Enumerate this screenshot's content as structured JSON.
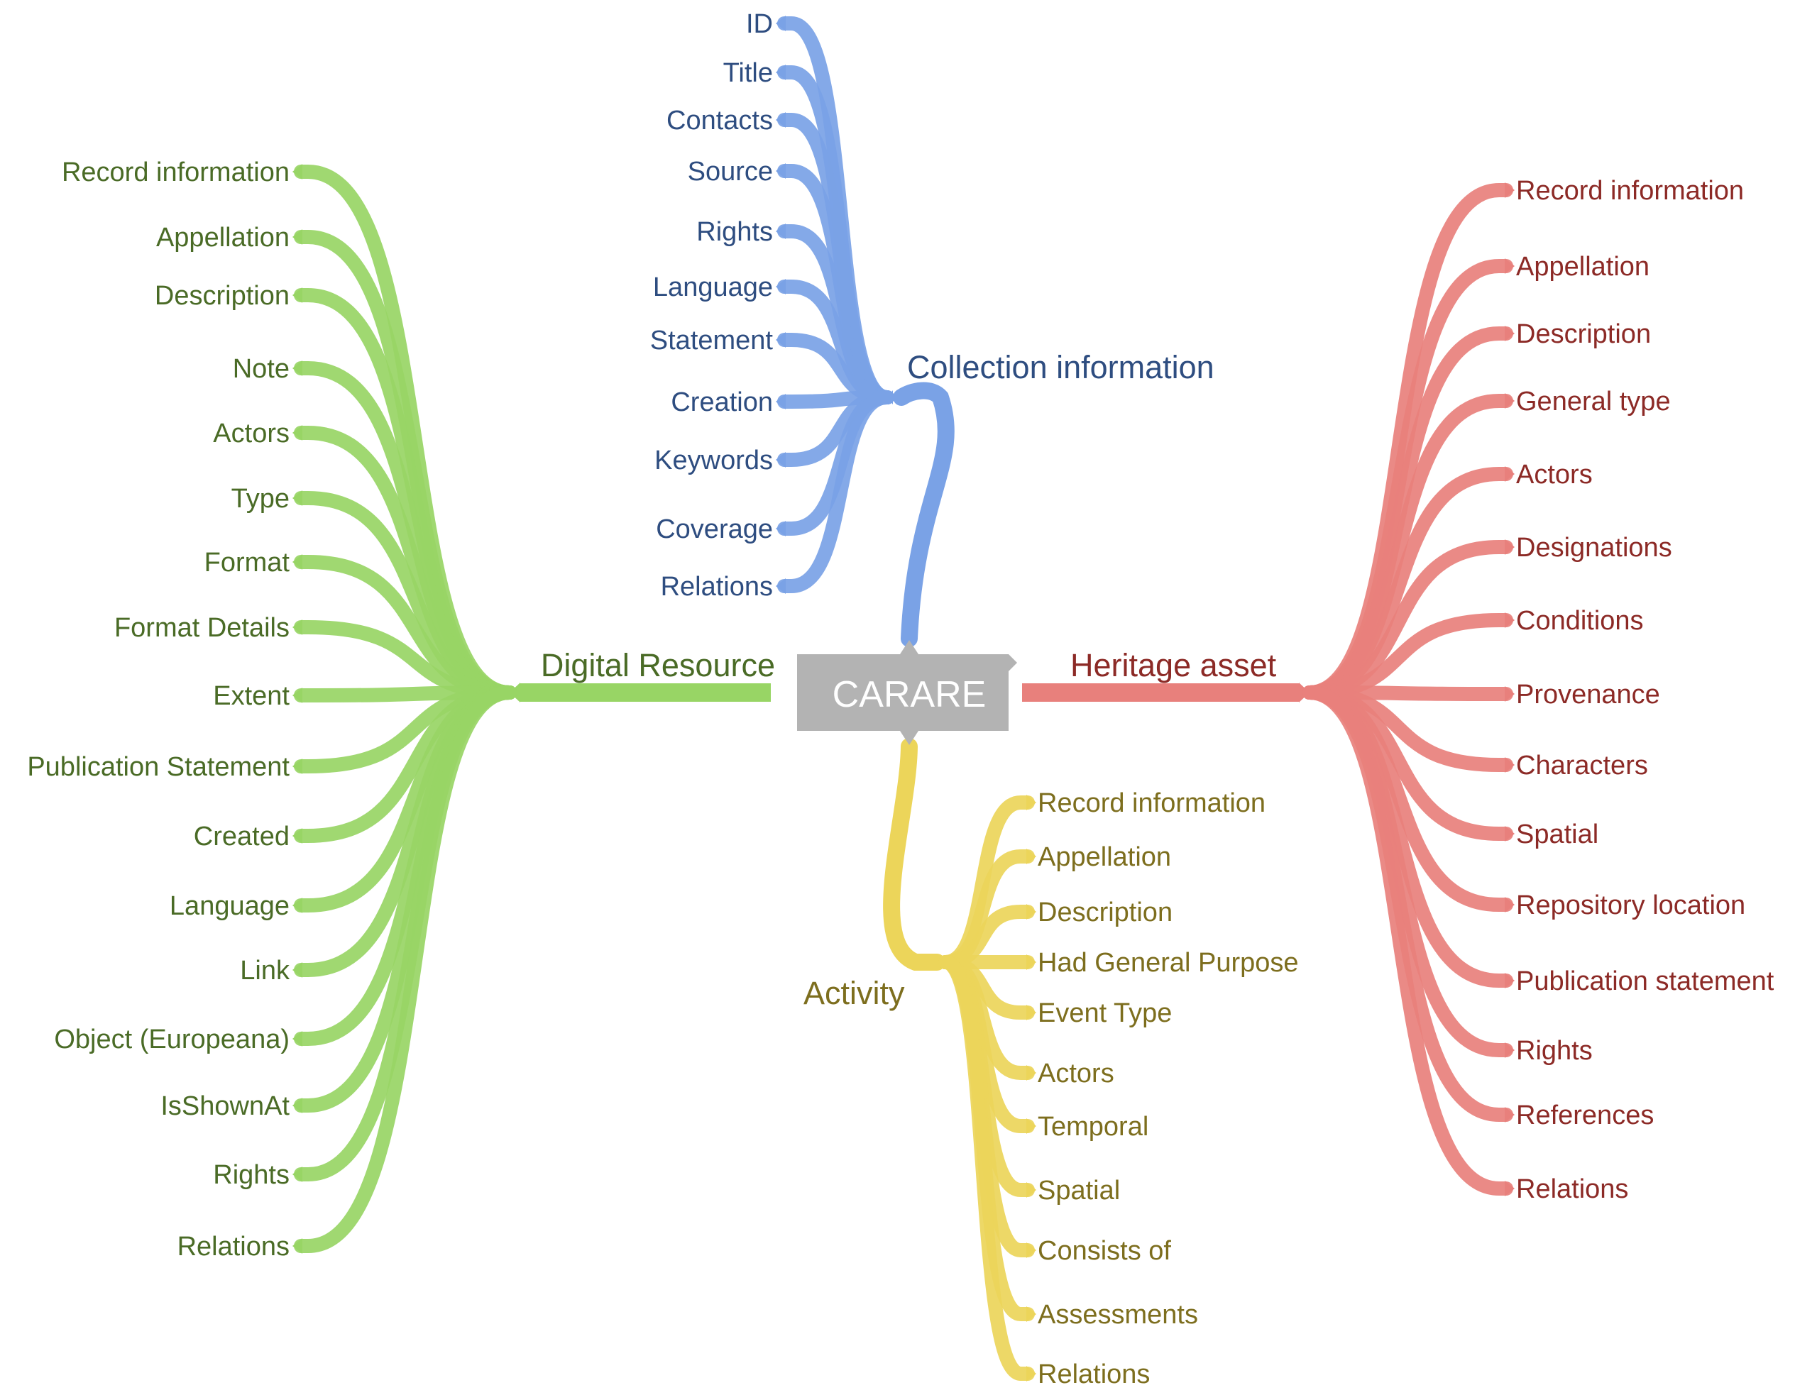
{
  "root": {
    "label": "CARARE",
    "color": "#b3b3b3",
    "text_color": "#ffffff"
  },
  "branches": {
    "collection": {
      "label": "Collection information",
      "line_color": "#7aa2e6",
      "text_color": "#2e4d80",
      "items": [
        "ID",
        "Title",
        "Contacts",
        "Source",
        "Rights",
        "Language",
        "Statement",
        "Creation",
        "Keywords",
        "Coverage",
        "Relations"
      ]
    },
    "digital": {
      "label": "Digital Resource",
      "line_color": "#98d565",
      "text_color": "#4a6b26",
      "items": [
        "Record information",
        "Appellation",
        "Description",
        "Note",
        "Actors",
        "Type",
        "Format",
        "Format Details",
        "Extent",
        "Publication Statement",
        "Created",
        "Language",
        "Link",
        "Object (Europeana)",
        "IsShownAt",
        "Rights",
        "Relations"
      ]
    },
    "heritage": {
      "label": "Heritage asset",
      "line_color": "#e8807c",
      "text_color": "#8c2a26",
      "items": [
        "Record information",
        "Appellation",
        "Description",
        "General type",
        "Actors",
        "Designations",
        "Conditions",
        "Provenance",
        "Characters",
        "Spatial",
        "Repository location",
        "Publication statement",
        "Rights",
        "References",
        "Relations"
      ]
    },
    "activity": {
      "label": "Activity",
      "line_color": "#ecd55a",
      "text_color": "#7d6e1e",
      "items": [
        "Record information",
        "Appellation",
        "Description",
        "Had General Purpose",
        "Event Type",
        "Actors",
        "Temporal",
        "Spatial",
        "Consists of",
        "Assessments",
        "Relations"
      ]
    }
  }
}
